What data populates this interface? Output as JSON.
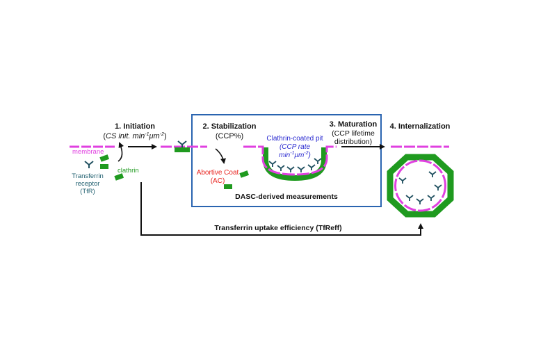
{
  "stages": {
    "initiation": {
      "title": "1. Initiation",
      "metric_prefix": "(",
      "metric_italic": "CS init. min",
      "metric_sup1": "-1",
      "metric_mid": "μm",
      "metric_sup2": "-2",
      "metric_suffix": ")"
    },
    "stabilization": {
      "title": "2. Stabilization",
      "metric": "(CCP%)"
    },
    "maturation": {
      "title": "3. Maturation",
      "metric_line1": "(CCP lifetime",
      "metric_line2": "distribution)"
    },
    "internalization": {
      "title": "4. Internalization"
    }
  },
  "labels": {
    "membrane": "membrane",
    "clathrin": "clathrin",
    "tfr_line1": "Transferrin",
    "tfr_line2": "receptor",
    "tfr_line3": "(TfR)",
    "abortive_line1": "Abortive Coat",
    "abortive_line2": "(AC)",
    "ccp_title": "Clathrin-coated pit",
    "ccp_rate_line1": "(CCP rate",
    "ccp_rate_line2_a": "min",
    "ccp_rate_sup1": "-1",
    "ccp_rate_line2_b": "μm",
    "ccp_rate_sup2": "-2",
    "ccp_rate_line2_c": ")",
    "dasc": "DASC-derived measurements",
    "tfreff": "Transferrin uptake efficiency (TfReff)"
  },
  "colors": {
    "membrane": "#e040e0",
    "clathrin": "#1f9a1f",
    "receptor": "#1f4f5f",
    "box": "#2a64b0",
    "abortive": "#e8201c",
    "ccp": "#2a2ad0",
    "tfr": "#1f5f6f",
    "text": "#111111"
  }
}
